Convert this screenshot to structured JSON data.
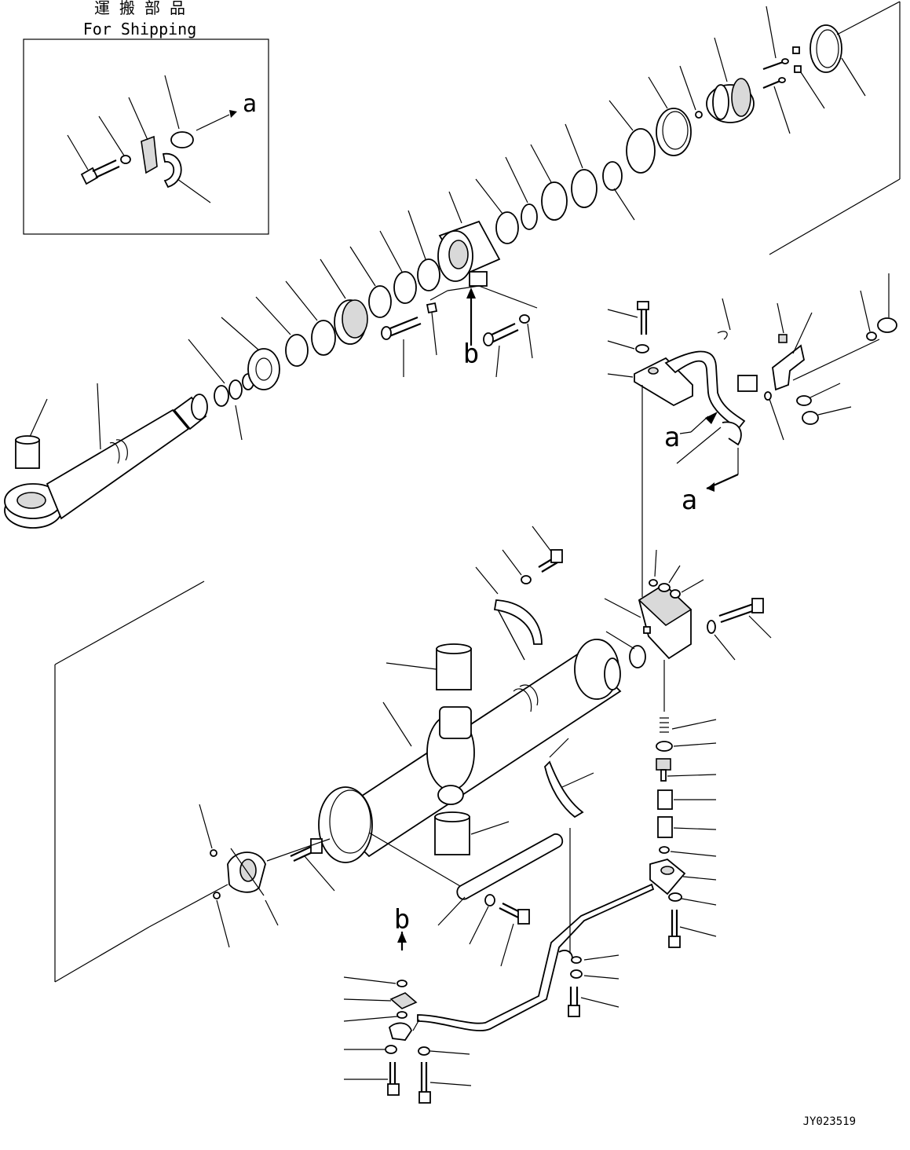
{
  "header": {
    "title_jp": "運 搬 部 品",
    "title_en": "For Shipping"
  },
  "view_labels": {
    "a": "a",
    "b": "b"
  },
  "drawing_code": "JY023519"
}
